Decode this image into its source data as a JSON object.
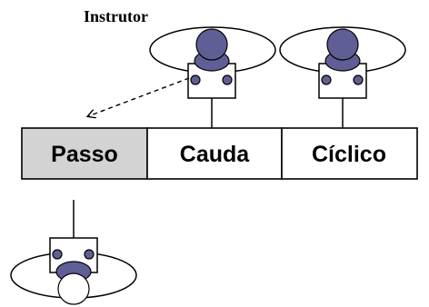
{
  "instructor_label": "Instrutor",
  "cells": [
    {
      "label": "Passo",
      "highlighted": true
    },
    {
      "label": "Cauda",
      "highlighted": false
    },
    {
      "label": "Cíclico",
      "highlighted": false
    }
  ],
  "colors": {
    "figure_fill": "#5f5f96",
    "highlight_fill": "#d3d3d3",
    "stroke": "#000000",
    "background": "#ffffff"
  }
}
